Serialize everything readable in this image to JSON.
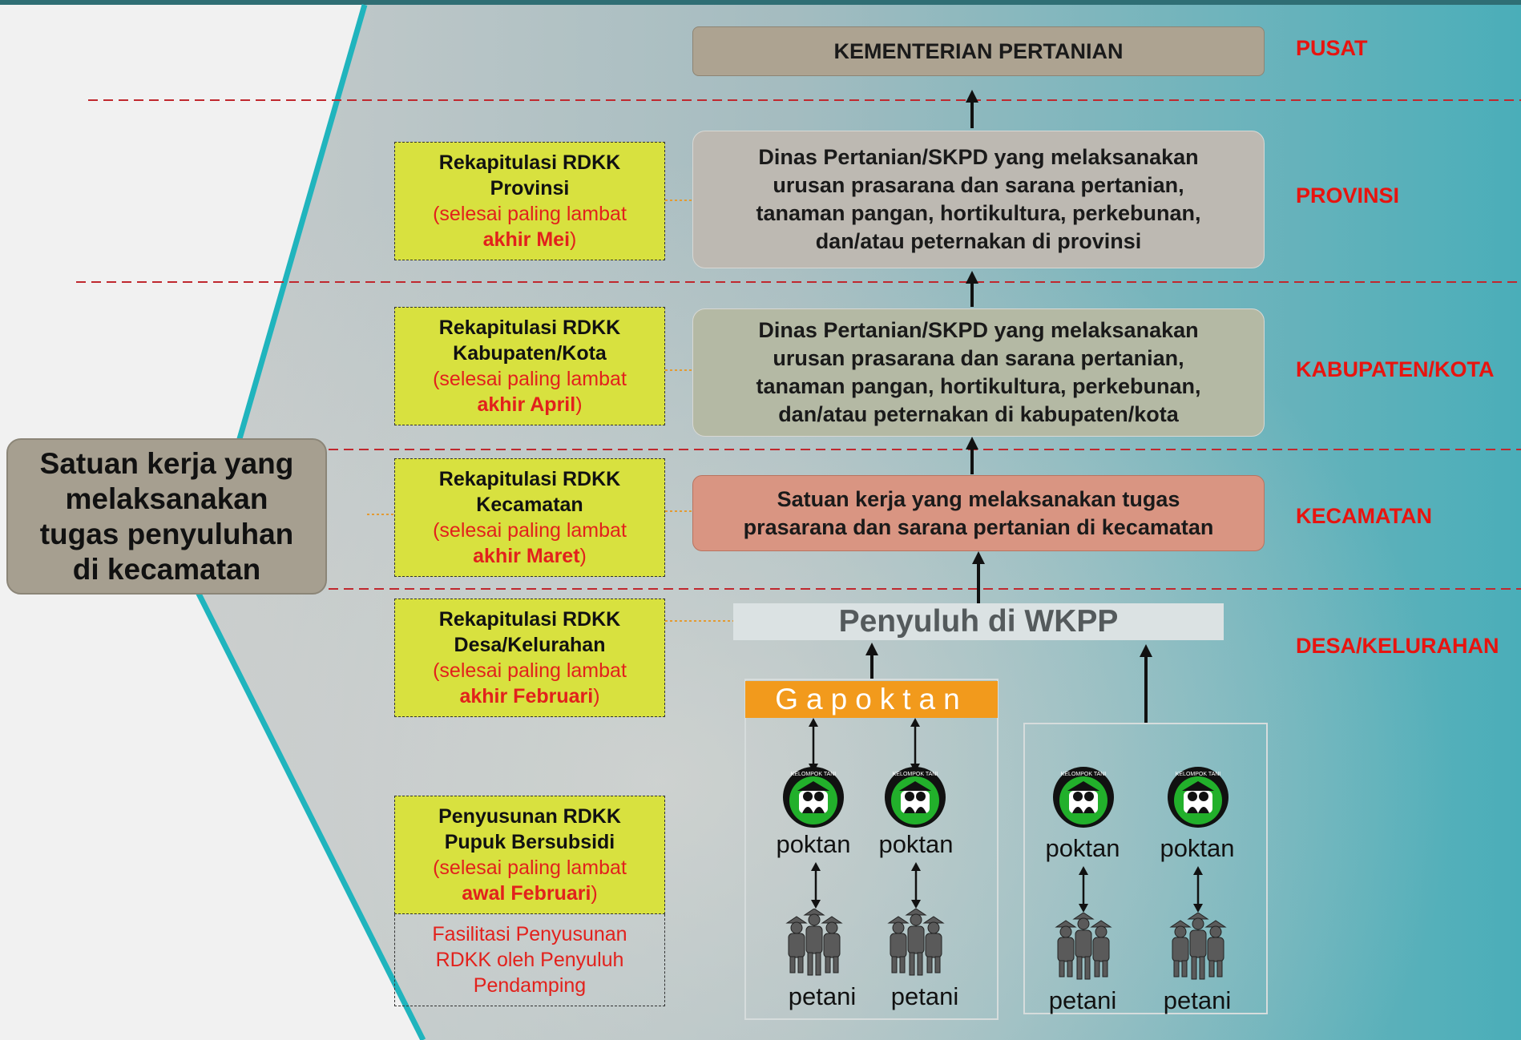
{
  "levels": {
    "pusat": "PUSAT",
    "provinsi": "PROVINSI",
    "kabupaten": "KABUPATEN/KOTA",
    "kecamatan": "KECAMATAN",
    "desa": "DESA/KELURAHAN"
  },
  "org_boxes": {
    "kementerian": "KEMENTERIAN PERTANIAN",
    "dinas_provinsi": [
      "Dinas Pertanian/SKPD yang melaksanakan",
      "urusan prasarana dan sarana pertanian,",
      "tanaman pangan, hortikultura, perkebunan,",
      "dan/atau peternakan di provinsi"
    ],
    "dinas_kabupaten": [
      "Dinas Pertanian/SKPD yang melaksanakan",
      "urusan prasarana dan sarana pertanian,",
      "tanaman pangan, hortikultura, perkebunan,",
      "dan/atau peternakan di kabupaten/kota"
    ],
    "satker_kecamatan": [
      "Satuan kerja yang melaksanakan tugas",
      "prasarana dan sarana pertanian di kecamatan"
    ]
  },
  "left_box": [
    "Satuan kerja yang",
    "melaksanakan",
    "tugas penyuluhan",
    "di kecamatan"
  ],
  "rdkk": [
    {
      "title": [
        "Rekapitulasi RDKK",
        "Provinsi"
      ],
      "note_pre": "(selesai paling lambat",
      "deadline": "akhir Mei",
      "close": ")"
    },
    {
      "title": [
        "Rekapitulasi RDKK",
        "Kabupaten/Kota"
      ],
      "note_pre": "(selesai paling lambat",
      "deadline": "akhir April",
      "close": ")"
    },
    {
      "title": [
        "Rekapitulasi RDKK",
        "Kecamatan"
      ],
      "note_pre": "(selesai paling lambat",
      "deadline": "akhir Maret",
      "close": ")"
    },
    {
      "title": [
        "Rekapitulasi RDKK",
        "Desa/Kelurahan"
      ],
      "note_pre": "(selesai paling lambat",
      "deadline": "akhir Februari",
      "close": ")"
    },
    {
      "title": [
        "Penyusunan RDKK",
        "Pupuk Bersubsidi"
      ],
      "note_pre": "(selesai paling lambat",
      "deadline": "awal Februari",
      "close": ")"
    }
  ],
  "fasilitasi": [
    "Fasilitasi Penyusunan",
    "RDKK oleh Penyuluh",
    "Pendamping"
  ],
  "penyuluh": "Penyuluh di WKPP",
  "gapoktan": "Gapoktan",
  "poktan_label": "poktan",
  "petani_label": "petani",
  "logo_text": "KELOMPOK TANI",
  "colors": {
    "level_red": "#e8140f",
    "rdkk_yellow": "#d8e13f",
    "kementerian": "#ada391",
    "dinas_provinsi": "#bdb9b2",
    "dinas_kabupaten": "#b4b9a4",
    "satker_kecamatan": "#d99582",
    "gapoktan_orange": "#f29a1c",
    "teal_line": "#20b4bd"
  }
}
